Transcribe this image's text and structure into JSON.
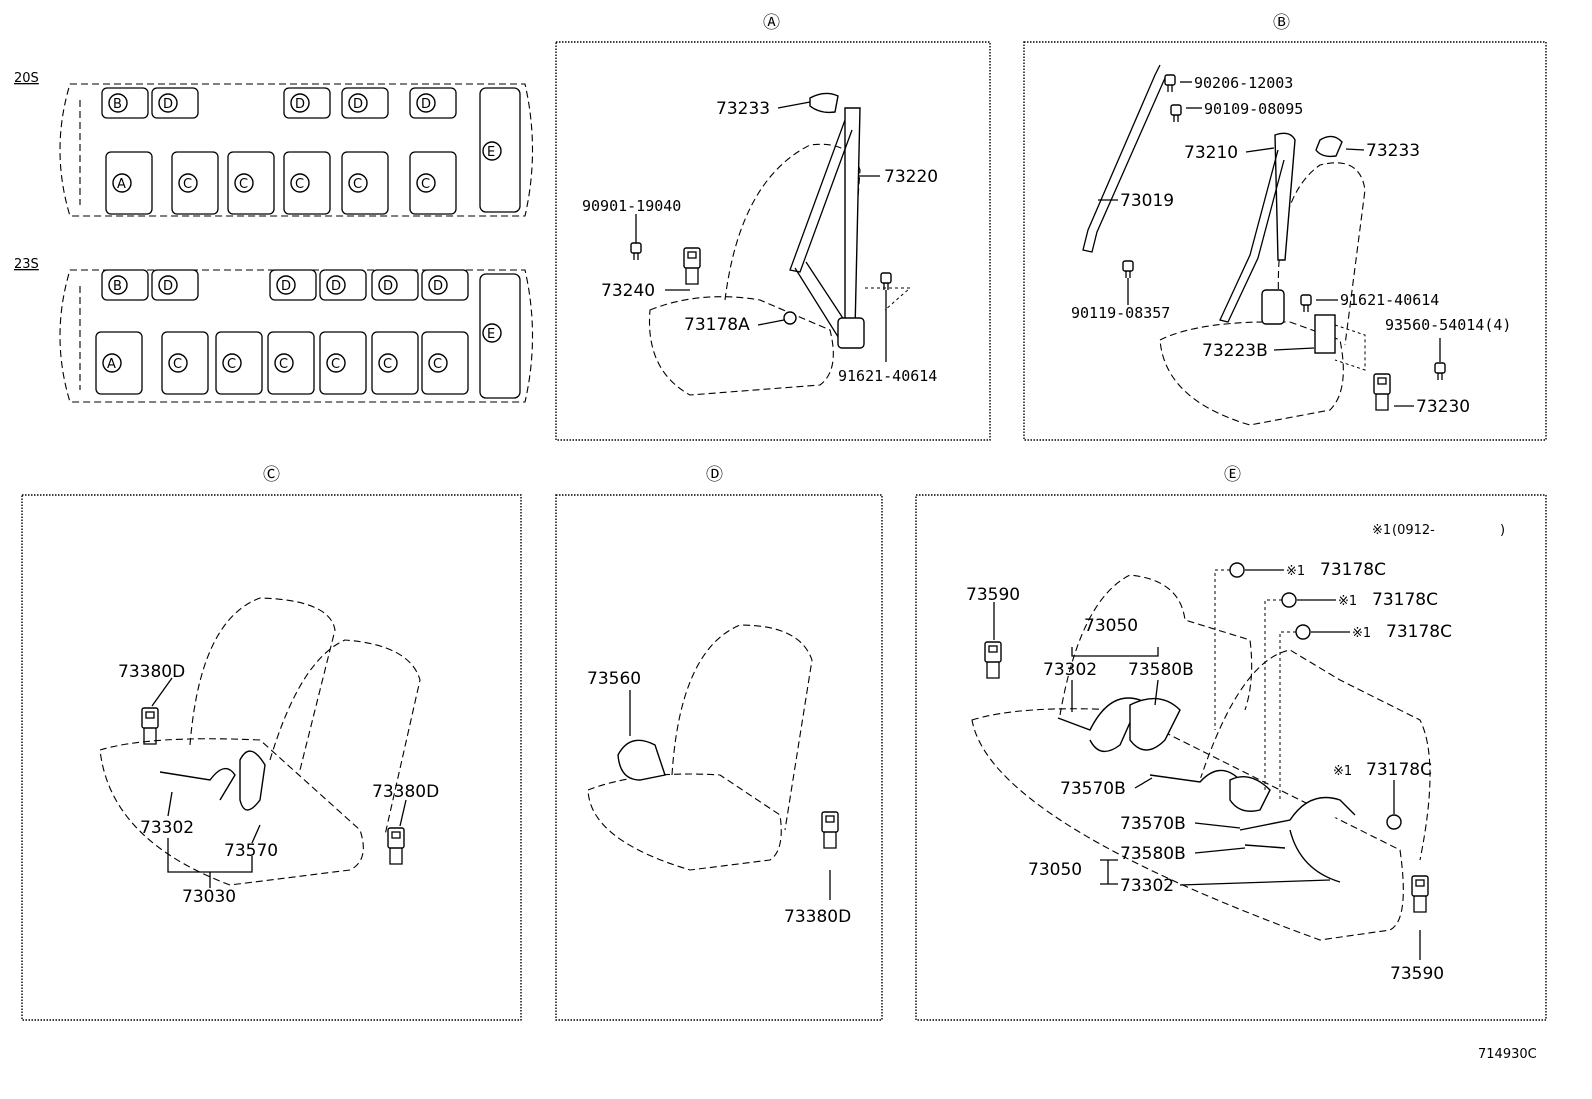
{
  "layouts": {
    "s20": {
      "label": "20S",
      "row1": [
        "B",
        "D",
        "D",
        "D",
        "D"
      ],
      "row2": [
        "A",
        "C",
        "C",
        "C",
        "C",
        "C"
      ],
      "rear": "E"
    },
    "s23": {
      "label": "23S",
      "row1": [
        "B",
        "D",
        "D",
        "D",
        "D",
        "D"
      ],
      "row2": [
        "A",
        "C",
        "C",
        "C",
        "C",
        "C",
        "C"
      ],
      "rear": "E"
    }
  },
  "panels": {
    "a": {
      "header": "Ⓐ",
      "labels": [
        "73233",
        "73220",
        "90901-19040",
        "73240",
        "73178A",
        "91621-40614"
      ]
    },
    "b": {
      "header": "Ⓑ",
      "labels": [
        "90206-12003",
        "90109-08095",
        "73210",
        "73233",
        "73019",
        "91621-40614",
        "90119-08357",
        "93560-54014(4)",
        "73223B",
        "73230"
      ]
    },
    "c": {
      "header": "Ⓒ",
      "labels": [
        "73380D",
        "73380D",
        "73302",
        "73570",
        "73030"
      ]
    },
    "d": {
      "header": "Ⓓ",
      "labels": [
        "73560",
        "73380D"
      ]
    },
    "e": {
      "header": "Ⓔ",
      "note_mark": "※1",
      "note": "(0912-",
      "note_close": ")",
      "labels": [
        "73178C",
        "73178C",
        "73178C",
        "73178C",
        "73590",
        "73050",
        "73302",
        "73580B",
        "73570B",
        "73570B",
        "73580B",
        "73050",
        "73302",
        "73590"
      ]
    }
  },
  "diagram_code": "714930C"
}
